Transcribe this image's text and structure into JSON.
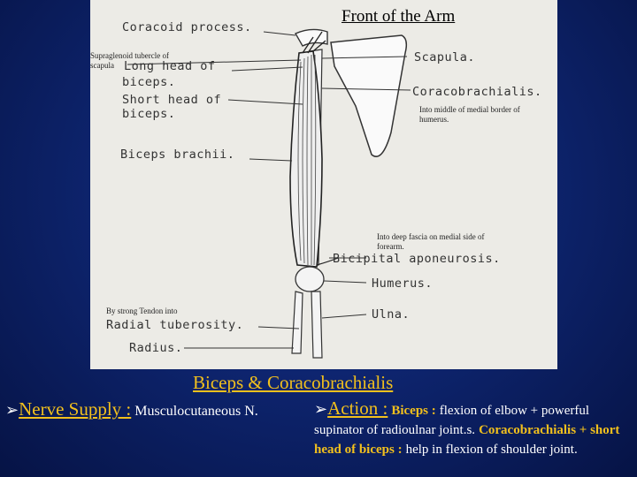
{
  "figure": {
    "title": "Front of the Arm",
    "labels": {
      "coracoid": "Coracoid process.",
      "supraglenoid": "Supraglenoid tubercle of scapula",
      "long_head_1": "Long head of",
      "long_head_2": "biceps.",
      "short_head_1": "Short head of",
      "short_head_2": "biceps.",
      "biceps_brachii": "Biceps brachii.",
      "scapula": "Scapula.",
      "coracobrachialis": "Coracobrachialis.",
      "into_medial_border": "Into middle of medial border of humerus.",
      "into_deep_fascia": "Into deep fascia on medial side of forearm.",
      "bicipital": "Bicipital aponeurosis.",
      "humerus": "Humerus.",
      "by_strong_tendon": "By strong Tendon into",
      "radial_tuberosity": "Radial tuberosity.",
      "ulna": "Ulna.",
      "radius": "Radius."
    }
  },
  "caption": "Biceps & Coracobrachialis",
  "nerve": {
    "label": "Nerve Supply :",
    "value": "Musculocutaneous N."
  },
  "action": {
    "label": "Action :",
    "biceps": "Biceps :",
    "biceps_text": "flexion of elbow + powerful supinator of radioulnar joint.s.",
    "coraco": "Coracobrachialis + short head of biceps :",
    "coraco_text": "help in flexion of shoulder joint."
  },
  "colors": {
    "background": "#0e2570",
    "accent": "#f2c01d",
    "figure_bg": "#ecebe6"
  }
}
